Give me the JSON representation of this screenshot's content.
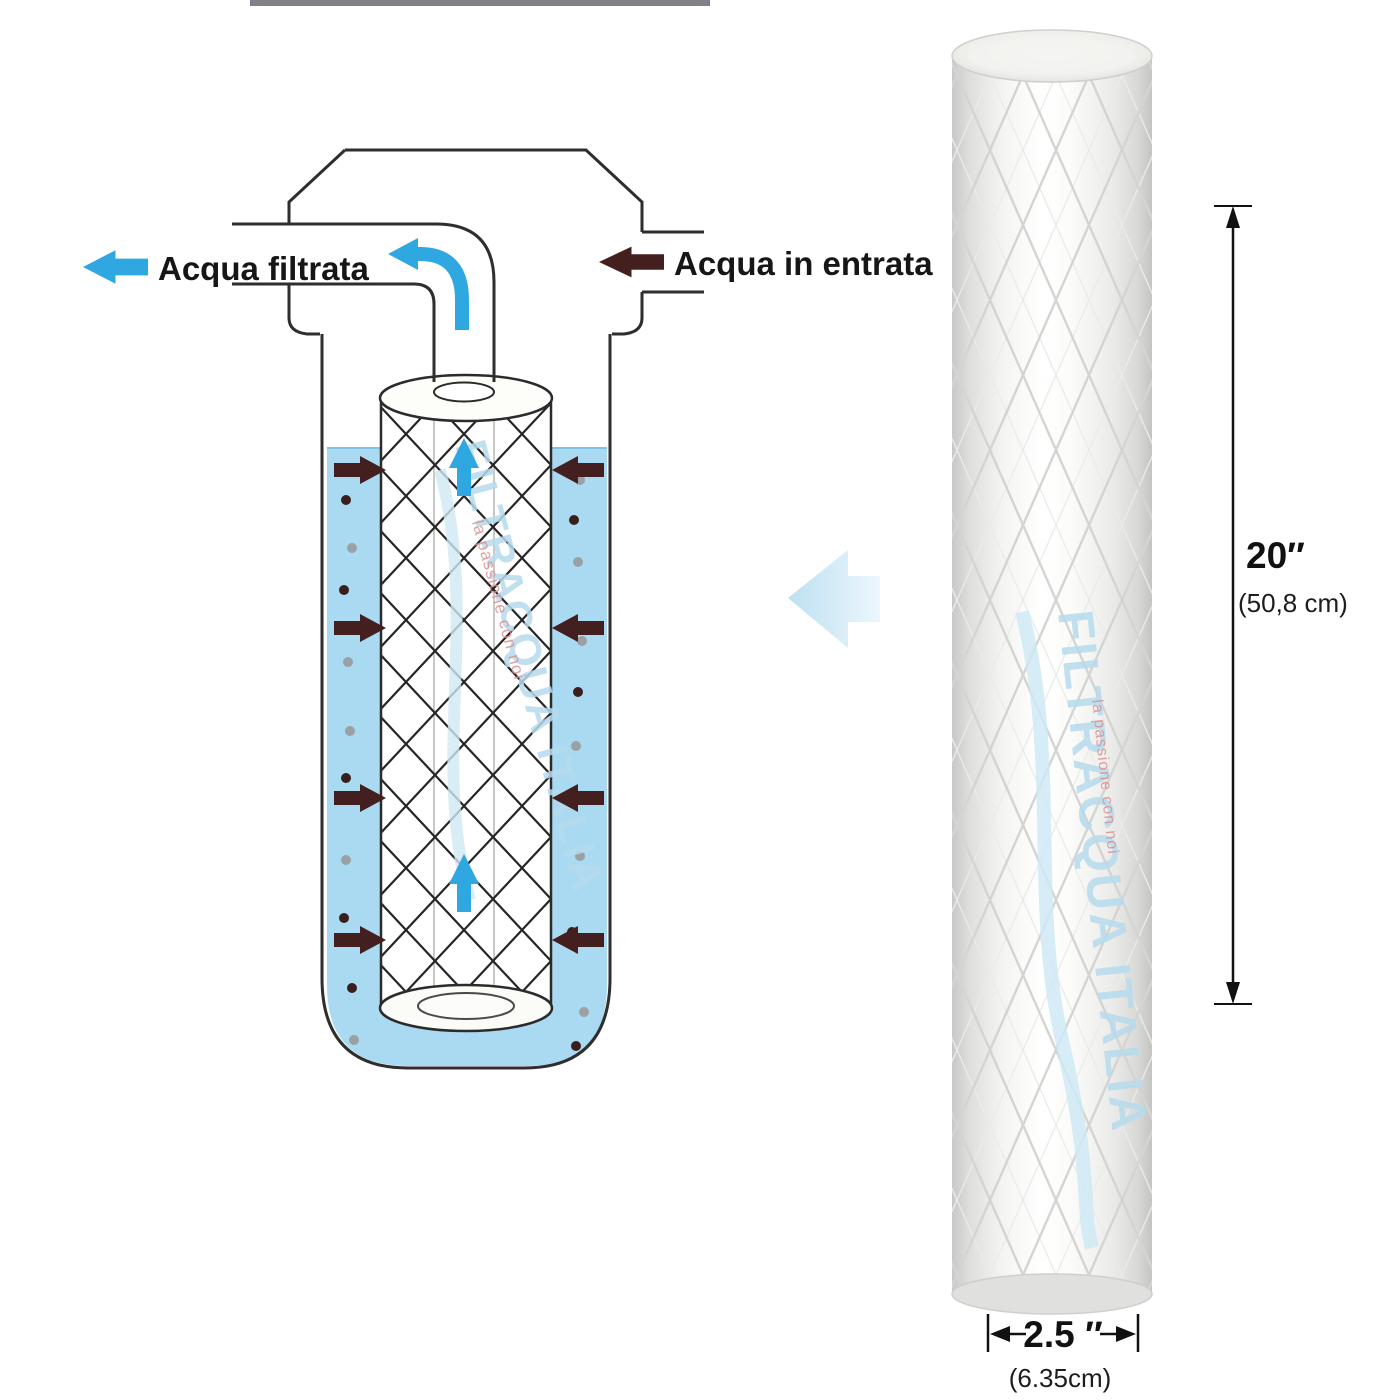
{
  "labels": {
    "filtered_water": "Acqua filtrata",
    "inlet_water": "Acqua in entrata"
  },
  "dimensions": {
    "height_value": "20″",
    "height_metric": "(50,8 cm)",
    "diameter_value": "2.5 ″",
    "diameter_metric": "(6.35cm)"
  },
  "watermark": {
    "brand": "FILTRACQUA ITALIA",
    "tagline": "la passione con noi"
  },
  "colors": {
    "water": "#a9daf1",
    "flow_blue": "#2fa8e1",
    "inlet_dark": "#441f1f",
    "soft_arrow": "#bde0f2",
    "dimension": "#111111",
    "mesh": "#262626"
  }
}
